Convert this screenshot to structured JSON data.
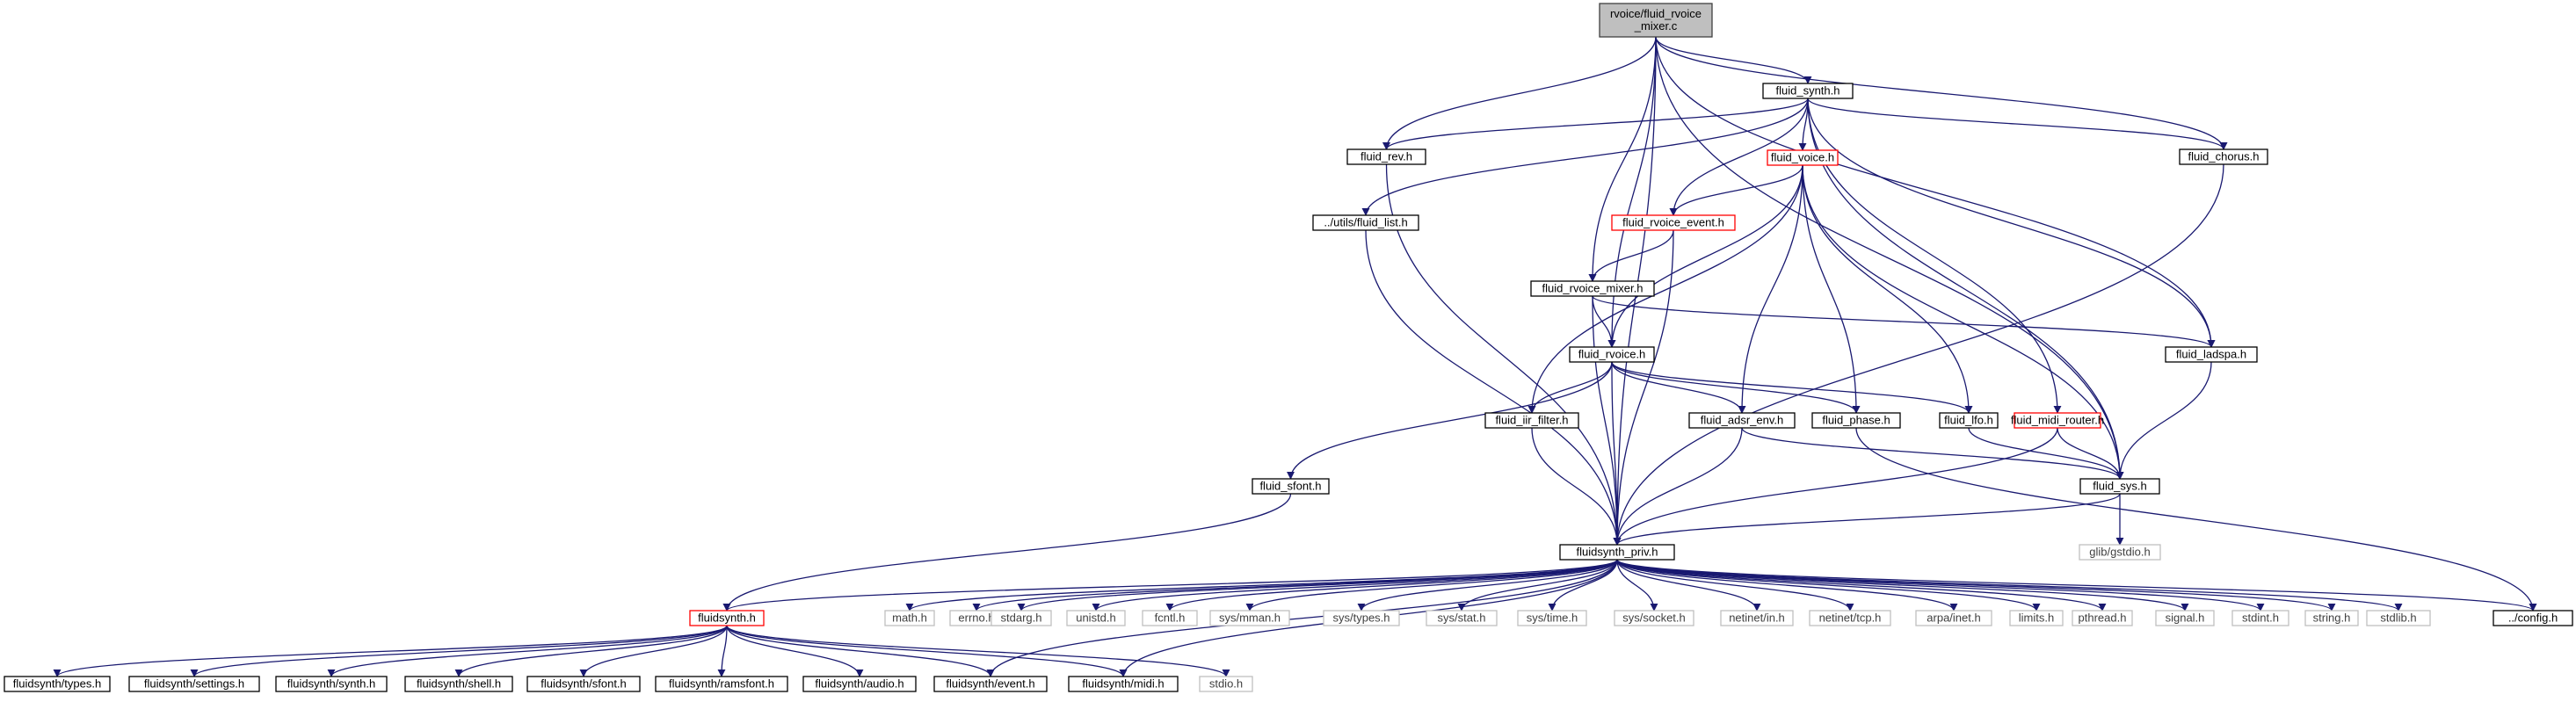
{
  "colors": {
    "edge": "#191970",
    "root_fill": "#bfbfbf",
    "root_border": "#404040",
    "node_border": "#000000",
    "truncated_border": "#ff0000",
    "external_border": "#bfbfbf",
    "external_text": "#404040"
  },
  "nodes": [
    {
      "id": "root",
      "label": [
        "rvoice/fluid_rvoice",
        "_mixer.c"
      ],
      "style": "root"
    },
    {
      "id": "synth",
      "label": [
        "fluid_synth.h"
      ],
      "style": "normal"
    },
    {
      "id": "rev",
      "label": [
        "fluid_rev.h"
      ],
      "style": "normal"
    },
    {
      "id": "chorus",
      "label": [
        "fluid_chorus.h"
      ],
      "style": "normal"
    },
    {
      "id": "voice",
      "label": [
        "fluid_voice.h"
      ],
      "style": "truncated"
    },
    {
      "id": "list",
      "label": [
        "../utils/fluid_list.h"
      ],
      "style": "normal"
    },
    {
      "id": "rvevent",
      "label": [
        "fluid_rvoice_event.h"
      ],
      "style": "truncated"
    },
    {
      "id": "rvmixer",
      "label": [
        "fluid_rvoice_mixer.h"
      ],
      "style": "normal"
    },
    {
      "id": "rvoice",
      "label": [
        "fluid_rvoice.h"
      ],
      "style": "normal"
    },
    {
      "id": "ladspa",
      "label": [
        "fluid_ladspa.h"
      ],
      "style": "normal"
    },
    {
      "id": "iir",
      "label": [
        "fluid_iir_filter.h"
      ],
      "style": "normal"
    },
    {
      "id": "adsr",
      "label": [
        "fluid_adsr_env.h"
      ],
      "style": "normal"
    },
    {
      "id": "phase",
      "label": [
        "fluid_phase.h"
      ],
      "style": "normal"
    },
    {
      "id": "lfo",
      "label": [
        "fluid_lfo.h"
      ],
      "style": "normal"
    },
    {
      "id": "midirouter",
      "label": [
        "fluid_midi_router.h"
      ],
      "style": "truncated"
    },
    {
      "id": "sfont",
      "label": [
        "fluid_sfont.h"
      ],
      "style": "normal"
    },
    {
      "id": "sys",
      "label": [
        "fluid_sys.h"
      ],
      "style": "normal"
    },
    {
      "id": "gstdio",
      "label": [
        "glib/gstdio.h"
      ],
      "style": "external"
    },
    {
      "id": "priv",
      "label": [
        "fluidsynth_priv.h"
      ],
      "style": "normal"
    },
    {
      "id": "fsh",
      "label": [
        "fluidsynth.h"
      ],
      "style": "truncated"
    },
    {
      "id": "math",
      "label": [
        "math.h"
      ],
      "style": "external"
    },
    {
      "id": "errno",
      "label": [
        "errno.h"
      ],
      "style": "external"
    },
    {
      "id": "stdarg",
      "label": [
        "stdarg.h"
      ],
      "style": "external"
    },
    {
      "id": "unistd",
      "label": [
        "unistd.h"
      ],
      "style": "external"
    },
    {
      "id": "fcntl",
      "label": [
        "fcntl.h"
      ],
      "style": "external"
    },
    {
      "id": "mman",
      "label": [
        "sys/mman.h"
      ],
      "style": "external"
    },
    {
      "id": "types",
      "label": [
        "sys/types.h"
      ],
      "style": "external"
    },
    {
      "id": "stat",
      "label": [
        "sys/stat.h"
      ],
      "style": "external"
    },
    {
      "id": "time",
      "label": [
        "sys/time.h"
      ],
      "style": "external"
    },
    {
      "id": "socket",
      "label": [
        "sys/socket.h"
      ],
      "style": "external"
    },
    {
      "id": "netin",
      "label": [
        "netinet/in.h"
      ],
      "style": "external"
    },
    {
      "id": "tcp",
      "label": [
        "netinet/tcp.h"
      ],
      "style": "external"
    },
    {
      "id": "arpa",
      "label": [
        "arpa/inet.h"
      ],
      "style": "external"
    },
    {
      "id": "limits",
      "label": [
        "limits.h"
      ],
      "style": "external"
    },
    {
      "id": "pthread",
      "label": [
        "pthread.h"
      ],
      "style": "external"
    },
    {
      "id": "signal",
      "label": [
        "signal.h"
      ],
      "style": "external"
    },
    {
      "id": "stdint",
      "label": [
        "stdint.h"
      ],
      "style": "external"
    },
    {
      "id": "string",
      "label": [
        "string.h"
      ],
      "style": "external"
    },
    {
      "id": "stdlib",
      "label": [
        "stdlib.h"
      ],
      "style": "external"
    },
    {
      "id": "config",
      "label": [
        "../config.h"
      ],
      "style": "normal"
    },
    {
      "id": "ftypes",
      "label": [
        "fluidsynth/types.h"
      ],
      "style": "normal"
    },
    {
      "id": "fsettings",
      "label": [
        "fluidsynth/settings.h"
      ],
      "style": "normal"
    },
    {
      "id": "fsynth",
      "label": [
        "fluidsynth/synth.h"
      ],
      "style": "normal"
    },
    {
      "id": "fshell",
      "label": [
        "fluidsynth/shell.h"
      ],
      "style": "normal"
    },
    {
      "id": "fsfont",
      "label": [
        "fluidsynth/sfont.h"
      ],
      "style": "normal"
    },
    {
      "id": "framsfont",
      "label": [
        "fluidsynth/ramsfont.h"
      ],
      "style": "normal"
    },
    {
      "id": "faudio",
      "label": [
        "fluidsynth/audio.h"
      ],
      "style": "normal"
    },
    {
      "id": "fevent",
      "label": [
        "fluidsynth/event.h"
      ],
      "style": "normal"
    },
    {
      "id": "fmidi",
      "label": [
        "fluidsynth/midi.h"
      ],
      "style": "normal"
    },
    {
      "id": "stdio",
      "label": [
        "stdio.h"
      ],
      "style": "external"
    }
  ],
  "edges": [
    [
      "root",
      "synth"
    ],
    [
      "root",
      "rev"
    ],
    [
      "root",
      "chorus"
    ],
    [
      "root",
      "ladspa"
    ],
    [
      "root",
      "rvmixer"
    ],
    [
      "root",
      "rvoice"
    ],
    [
      "root",
      "sys"
    ],
    [
      "root",
      "priv"
    ],
    [
      "synth",
      "rev"
    ],
    [
      "synth",
      "chorus"
    ],
    [
      "synth",
      "voice"
    ],
    [
      "synth",
      "list"
    ],
    [
      "synth",
      "rvevent"
    ],
    [
      "synth",
      "ladspa"
    ],
    [
      "synth",
      "midirouter"
    ],
    [
      "synth",
      "sys"
    ],
    [
      "voice",
      "rvevent"
    ],
    [
      "voice",
      "rvoice"
    ],
    [
      "voice",
      "iir"
    ],
    [
      "voice",
      "adsr"
    ],
    [
      "voice",
      "phase"
    ],
    [
      "voice",
      "lfo"
    ],
    [
      "voice",
      "sys"
    ],
    [
      "rvevent",
      "rvmixer"
    ],
    [
      "rvevent",
      "priv"
    ],
    [
      "rvmixer",
      "rvoice"
    ],
    [
      "rvmixer",
      "ladspa"
    ],
    [
      "rvmixer",
      "priv"
    ],
    [
      "rvoice",
      "iir"
    ],
    [
      "rvoice",
      "adsr"
    ],
    [
      "rvoice",
      "phase"
    ],
    [
      "rvoice",
      "lfo"
    ],
    [
      "rvoice",
      "sfont"
    ],
    [
      "rvoice",
      "priv"
    ],
    [
      "rev",
      "priv"
    ],
    [
      "chorus",
      "priv"
    ],
    [
      "list",
      "priv"
    ],
    [
      "ladspa",
      "sys"
    ],
    [
      "iir",
      "priv"
    ],
    [
      "adsr",
      "priv"
    ],
    [
      "adsr",
      "sys"
    ],
    [
      "phase",
      "config"
    ],
    [
      "lfo",
      "sys"
    ],
    [
      "midirouter",
      "priv"
    ],
    [
      "midirouter",
      "sys"
    ],
    [
      "sfont",
      "fsh"
    ],
    [
      "sys",
      "gstdio"
    ],
    [
      "sys",
      "priv"
    ],
    [
      "priv",
      "fsh"
    ],
    [
      "priv",
      "math"
    ],
    [
      "priv",
      "errno"
    ],
    [
      "priv",
      "stdarg"
    ],
    [
      "priv",
      "unistd"
    ],
    [
      "priv",
      "fcntl"
    ],
    [
      "priv",
      "mman"
    ],
    [
      "priv",
      "types"
    ],
    [
      "priv",
      "stat"
    ],
    [
      "priv",
      "time"
    ],
    [
      "priv",
      "socket"
    ],
    [
      "priv",
      "netin"
    ],
    [
      "priv",
      "tcp"
    ],
    [
      "priv",
      "arpa"
    ],
    [
      "priv",
      "limits"
    ],
    [
      "priv",
      "pthread"
    ],
    [
      "priv",
      "signal"
    ],
    [
      "priv",
      "stdint"
    ],
    [
      "priv",
      "string"
    ],
    [
      "priv",
      "stdlib"
    ],
    [
      "priv",
      "config"
    ],
    [
      "priv",
      "fevent"
    ],
    [
      "priv",
      "fmidi"
    ],
    [
      "fsh",
      "ftypes"
    ],
    [
      "fsh",
      "fsettings"
    ],
    [
      "fsh",
      "fsynth"
    ],
    [
      "fsh",
      "fshell"
    ],
    [
      "fsh",
      "fsfont"
    ],
    [
      "fsh",
      "framsfont"
    ],
    [
      "fsh",
      "faudio"
    ],
    [
      "fsh",
      "fevent"
    ],
    [
      "fsh",
      "fmidi"
    ],
    [
      "fsh",
      "stdio"
    ]
  ]
}
